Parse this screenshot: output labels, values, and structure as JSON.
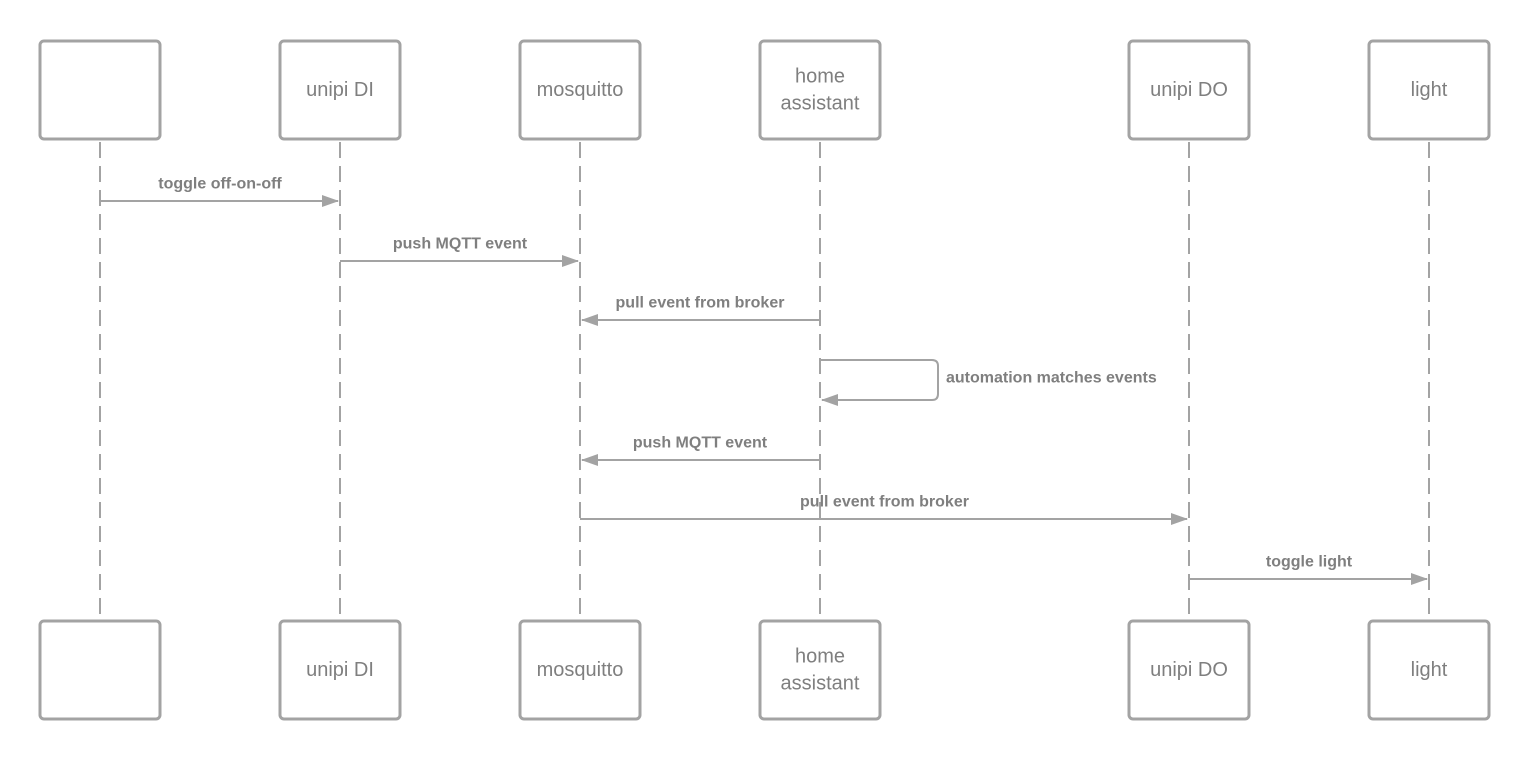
{
  "participants": [
    {
      "id": "p0",
      "lines": []
    },
    {
      "id": "p1",
      "lines": [
        "unipi DI"
      ]
    },
    {
      "id": "p2",
      "lines": [
        "mosquitto"
      ]
    },
    {
      "id": "p3",
      "lines": [
        "home",
        "assistant"
      ]
    },
    {
      "id": "p4",
      "lines": [
        "unipi DO"
      ]
    },
    {
      "id": "p5",
      "lines": [
        "light"
      ]
    }
  ],
  "messages": [
    {
      "from": 0,
      "to": 1,
      "label": "toggle off-on-off"
    },
    {
      "from": 1,
      "to": 2,
      "label": "push MQTT event"
    },
    {
      "from": 3,
      "to": 2,
      "label": "pull event from broker"
    },
    {
      "from": 3,
      "to": 3,
      "label": "automation matches events"
    },
    {
      "from": 3,
      "to": 2,
      "label": "push MQTT event"
    },
    {
      "from": 2,
      "to": 4,
      "label": "pull event from broker"
    },
    {
      "from": 4,
      "to": 5,
      "label": "toggle light"
    }
  ],
  "colors": {
    "stroke": "#a3a3a3",
    "text": "#7f7f7f",
    "background": "#ffffff"
  }
}
